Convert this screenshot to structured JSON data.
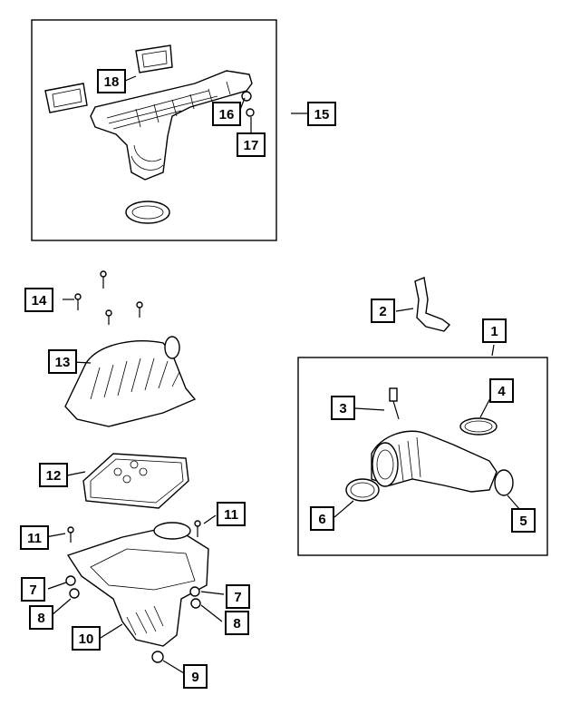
{
  "diagram": {
    "callouts": [
      {
        "id": "c1",
        "label": "1"
      },
      {
        "id": "c2",
        "label": "2"
      },
      {
        "id": "c3",
        "label": "3"
      },
      {
        "id": "c4",
        "label": "4"
      },
      {
        "id": "c5",
        "label": "5"
      },
      {
        "id": "c6",
        "label": "6"
      },
      {
        "id": "c7a",
        "label": "7"
      },
      {
        "id": "c7b",
        "label": "7"
      },
      {
        "id": "c8a",
        "label": "8"
      },
      {
        "id": "c8b",
        "label": "8"
      },
      {
        "id": "c9",
        "label": "9"
      },
      {
        "id": "c10",
        "label": "10"
      },
      {
        "id": "c11a",
        "label": "11"
      },
      {
        "id": "c11b",
        "label": "11"
      },
      {
        "id": "c12",
        "label": "12"
      },
      {
        "id": "c13",
        "label": "13"
      },
      {
        "id": "c14",
        "label": "14"
      },
      {
        "id": "c15",
        "label": "15"
      },
      {
        "id": "c16",
        "label": "16"
      },
      {
        "id": "c17",
        "label": "17"
      },
      {
        "id": "c18",
        "label": "18"
      }
    ]
  }
}
